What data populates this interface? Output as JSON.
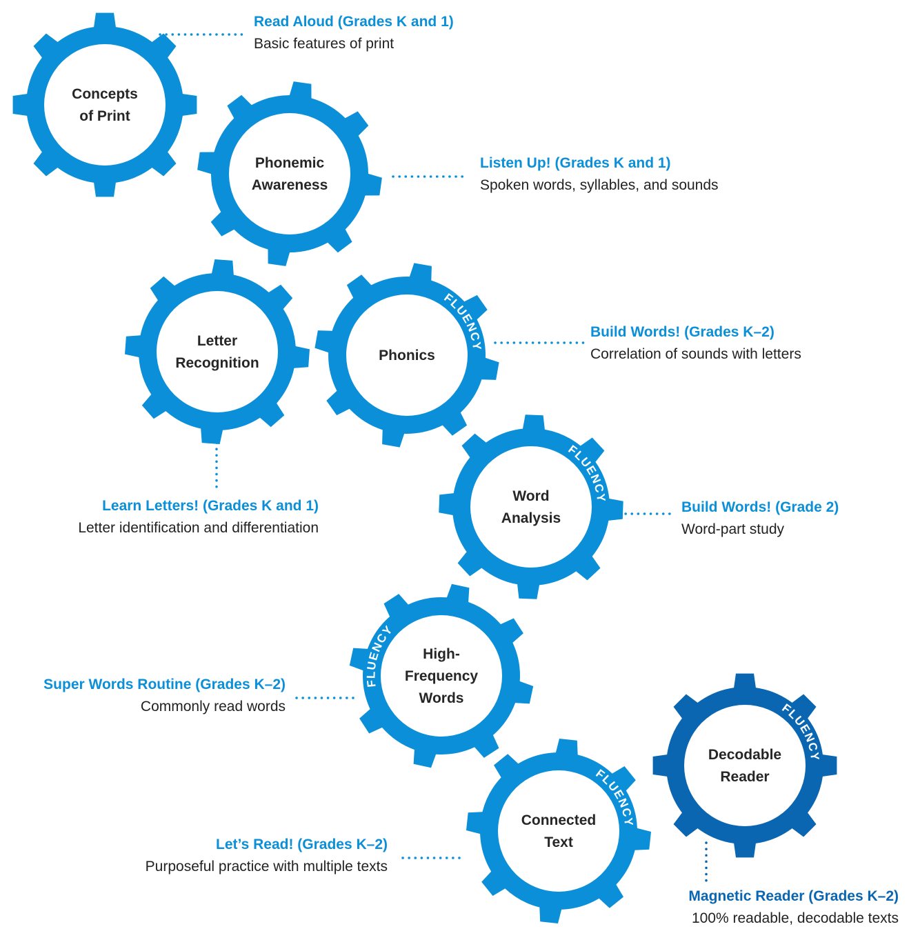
{
  "colors": {
    "gear": "#0a8fd8",
    "gear_dark": "#0a66b0",
    "title_blue": "#0a8fd8",
    "title_dark": "#0a66b0",
    "gear_label_text": "#262626",
    "fluency_text": "#ffffff",
    "description_text": "#222222"
  },
  "fluency_label": "FLUENCY",
  "gears": [
    {
      "id": "concepts",
      "lines": [
        "Concepts",
        "of Print"
      ],
      "fluency": false,
      "dark": false
    },
    {
      "id": "phonemic",
      "lines": [
        "Phonemic",
        "Awareness"
      ],
      "fluency": false,
      "dark": false
    },
    {
      "id": "letter",
      "lines": [
        "Letter",
        "Recognition"
      ],
      "fluency": false,
      "dark": false
    },
    {
      "id": "phonics",
      "lines": [
        "Phonics"
      ],
      "fluency": true,
      "dark": false
    },
    {
      "id": "word",
      "lines": [
        "Word",
        "Analysis"
      ],
      "fluency": true,
      "dark": false
    },
    {
      "id": "hfw",
      "lines": [
        "High-",
        "Frequency",
        "Words"
      ],
      "fluency": true,
      "dark": false
    },
    {
      "id": "connected",
      "lines": [
        "Connected",
        "Text"
      ],
      "fluency": true,
      "dark": false
    },
    {
      "id": "decodable",
      "lines": [
        "Decodable",
        "Reader"
      ],
      "fluency": true,
      "dark": true
    }
  ],
  "programs": [
    {
      "id": "read-aloud",
      "title": "Read Aloud (Grades K and 1)",
      "description": "Basic features of print",
      "dark": false
    },
    {
      "id": "listen-up",
      "title": "Listen Up! (Grades K and 1)",
      "description": "Spoken words, syllables, and sounds",
      "dark": false
    },
    {
      "id": "build-words-k2",
      "title": "Build Words! (Grades K–2)",
      "description": "Correlation of sounds with letters",
      "dark": false
    },
    {
      "id": "learn-letters",
      "title": "Learn Letters! (Grades K and 1)",
      "description": "Letter identification and differentiation",
      "dark": false
    },
    {
      "id": "build-words-2",
      "title": "Build Words! (Grade 2)",
      "description": "Word-part study",
      "dark": false
    },
    {
      "id": "super-words",
      "title": "Super Words Routine (Grades K–2)",
      "description": "Commonly read words",
      "dark": false
    },
    {
      "id": "lets-read",
      "title": "Let’s Read! (Grades K–2)",
      "description": "Purposeful practice with multiple texts",
      "dark": false
    },
    {
      "id": "magnetic-reader",
      "title": "Magnetic Reader (Grades K–2)",
      "description": "100% readable, decodable texts",
      "dark": true
    }
  ]
}
